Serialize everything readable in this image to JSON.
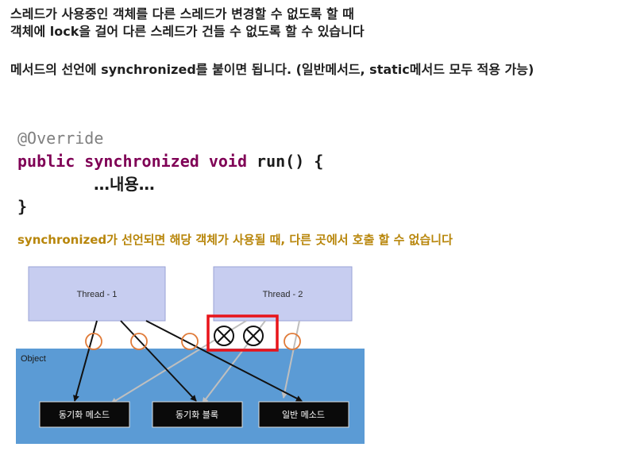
{
  "intro": {
    "line1": "스레드가 사용중인 객체를 다른 스레드가 변경할 수 없도록 할 때",
    "line2": "객체에 lock을 걸어 다른 스레드가 건들 수 없도록 할 수 있습니다"
  },
  "method_line": "메서드의 선언에 synchronized를 붙이면 됩니다. (일반메서드, static메서드 모두 적용 가능)",
  "code": {
    "annotation": "@Override",
    "kw_public": "public",
    "kw_synchronized": "synchronized",
    "kw_void": "void",
    "signature_rest": " run() {",
    "body": "…내용…",
    "close": "}"
  },
  "note": "synchronized가 선언되면 해당 객체가 사용될 때, 다른 곳에서 호출 할 수 없습니다",
  "diagram": {
    "thread1": "Thread - 1",
    "thread2": "Thread - 2",
    "object_label": "Object",
    "method1": "동기화 메소드",
    "method2": "동기화 블록",
    "method3": "일반 메소드",
    "colors": {
      "thread_fill": "#c7cdf0",
      "object_fill": "#5b9bd5",
      "box_fill": "#0a0a0a",
      "circle_stroke": "#e07b39",
      "highlight": "#e8141a"
    }
  }
}
